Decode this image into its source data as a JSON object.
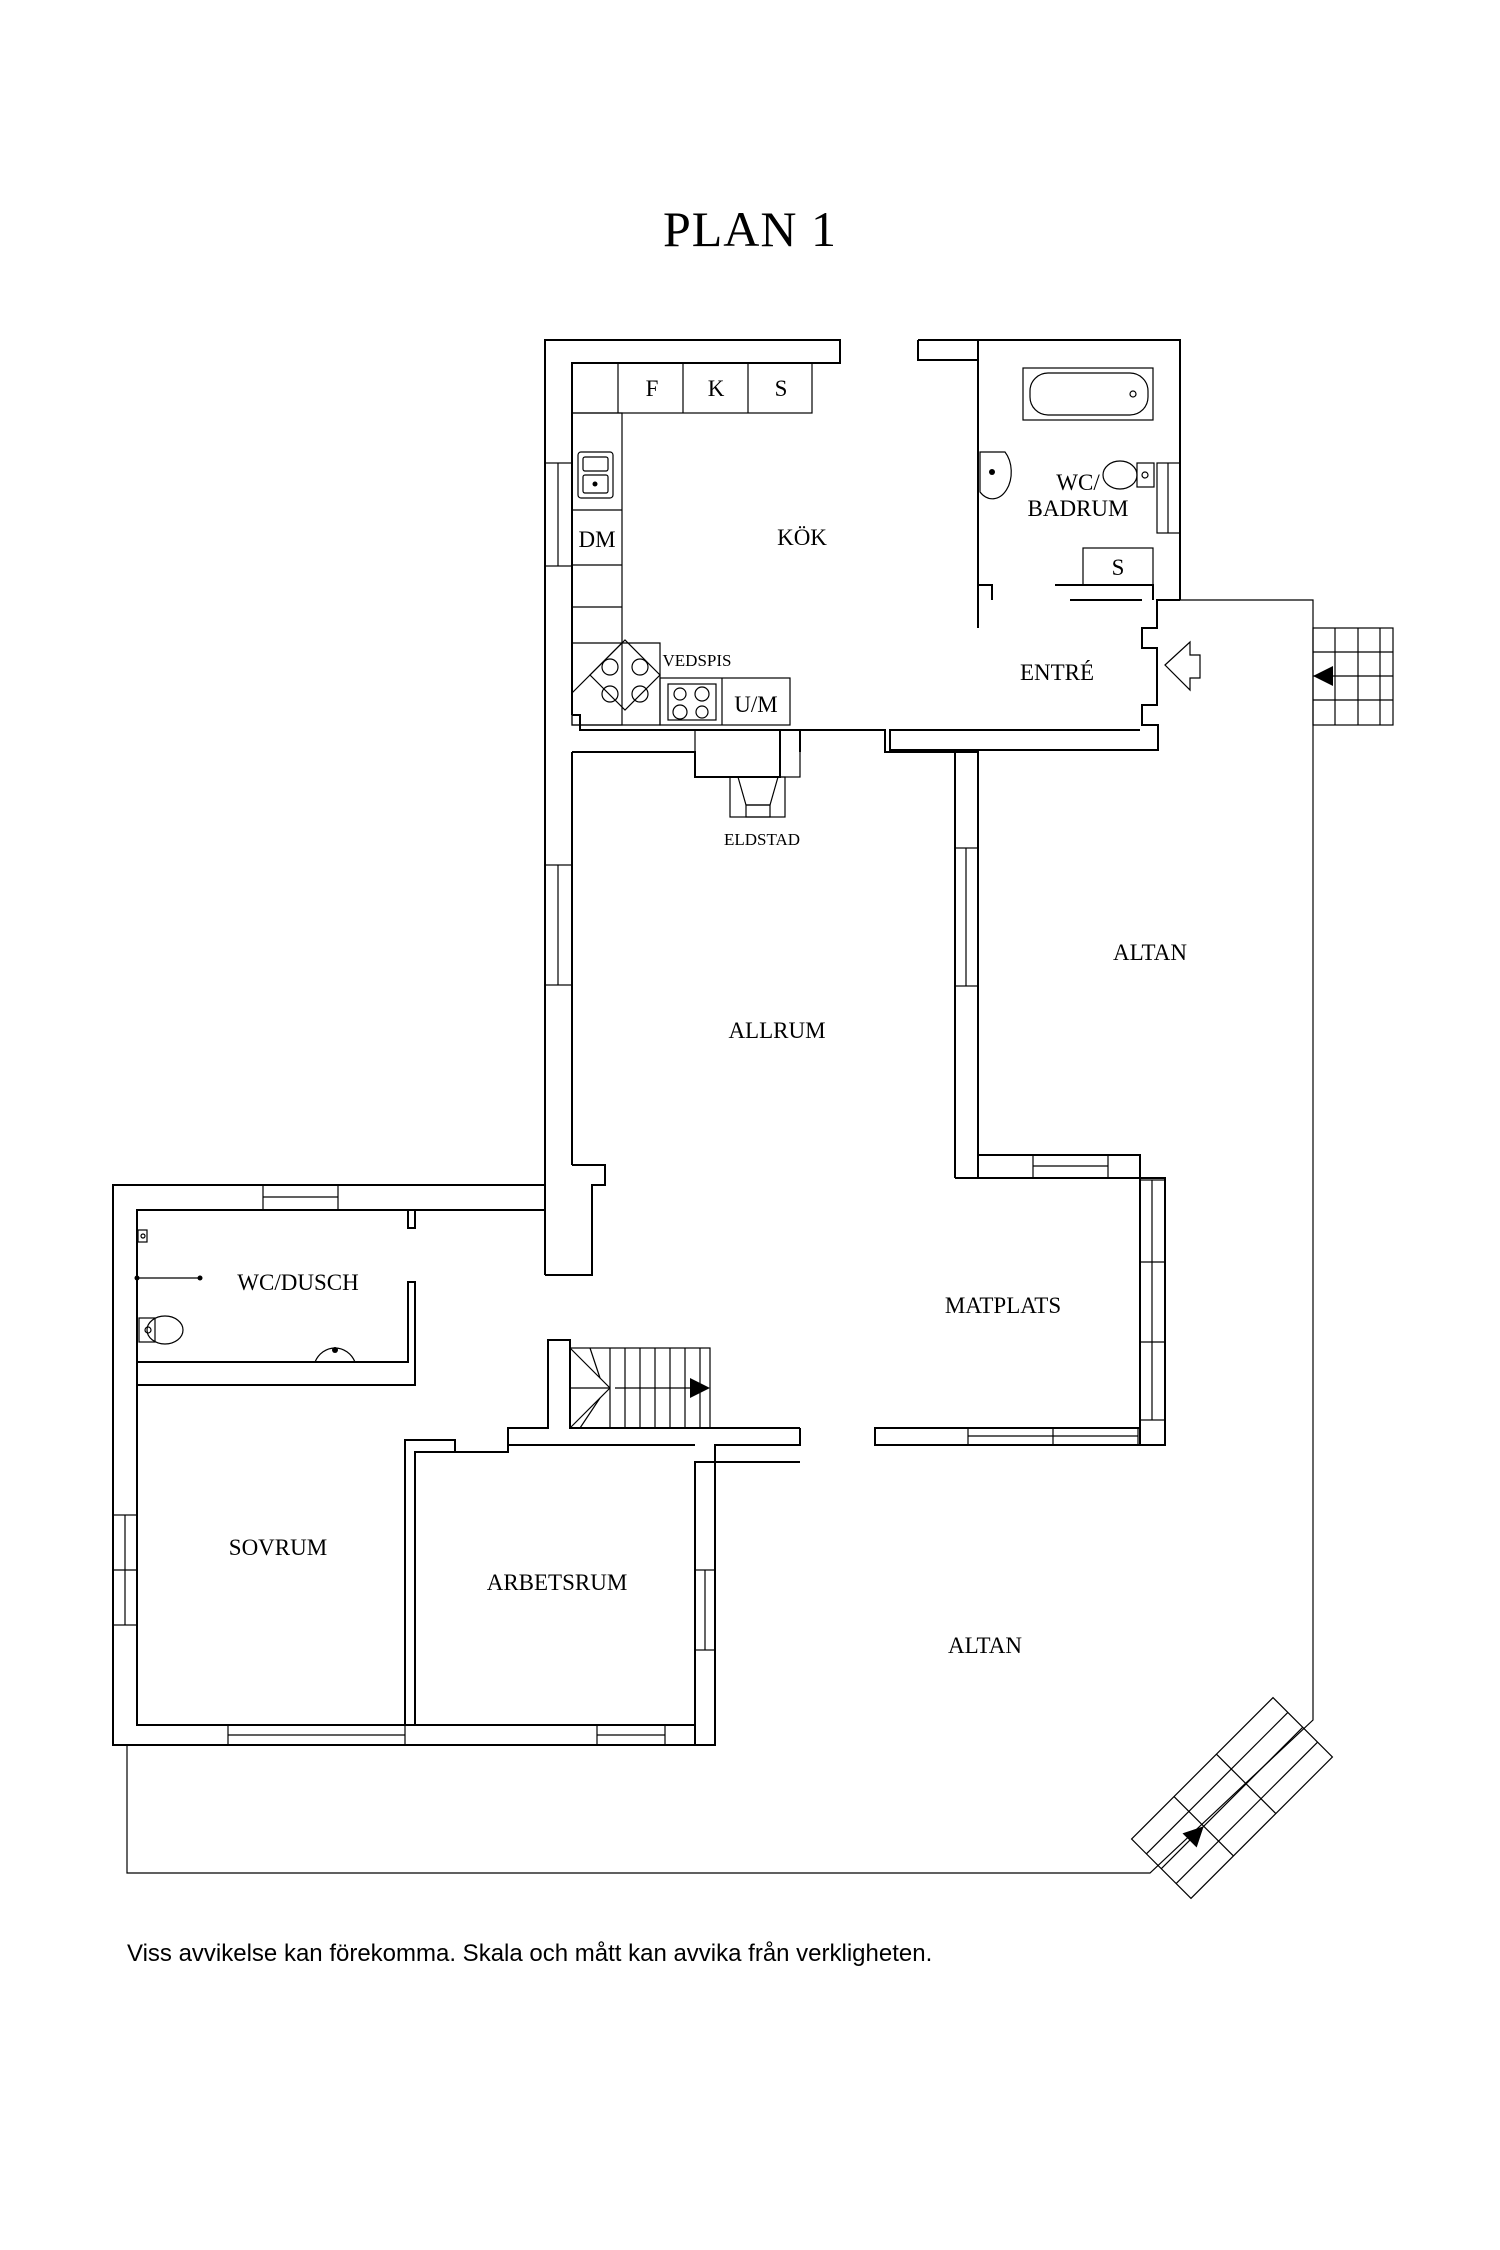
{
  "title": "PLAN 1",
  "disclaimer": "Viss avvikelse kan förekomma. Skala och mått kan avvika från verkligheten.",
  "rooms": {
    "kok": "KÖK",
    "wc_badrum_1": "WC/",
    "wc_badrum_2": "BADRUM",
    "entre": "ENTRÉ",
    "allrum": "ALLRUM",
    "altan_east": "ALTAN",
    "matplats": "MATPLATS",
    "wc_dusch": "WC/DUSCH",
    "sovrum": "SOVRUM",
    "arbetsrum": "ARBETSRUM",
    "altan_south": "ALTAN"
  },
  "fixtures": {
    "fridge": "F",
    "cooler": "K",
    "storage_kitchen": "S",
    "dishwasher": "DM",
    "wood_stove": "VEDSPIS",
    "oven": "U/M",
    "fireplace": "ELDSTAD",
    "storage_bath": "S"
  }
}
